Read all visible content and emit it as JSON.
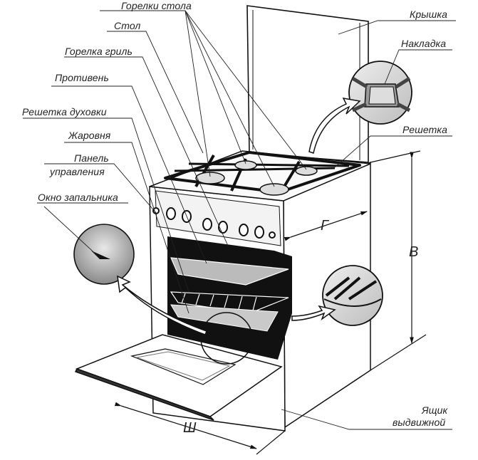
{
  "diagram": {
    "subject": "Gas stove with oven — parts and dimensions",
    "labels": {
      "burners": "Горелки стола",
      "table": "Стол",
      "grill_burner": "Горелка гриль",
      "baking_tray": "Противень",
      "oven_rack": "Решетка духовки",
      "roasting_pan": "Жаровня",
      "control_panel_line1": "Панель",
      "control_panel_line2": "управления",
      "ignition_window": "Окно запальника",
      "lid": "Крышка",
      "burner_cap_plate": "Накладка",
      "grate": "Решетка",
      "drawer_line1": "Ящик",
      "drawer_line2": "выдвижной"
    },
    "dimensions": {
      "depth": "Г",
      "height": "В",
      "width": "Ш"
    }
  }
}
